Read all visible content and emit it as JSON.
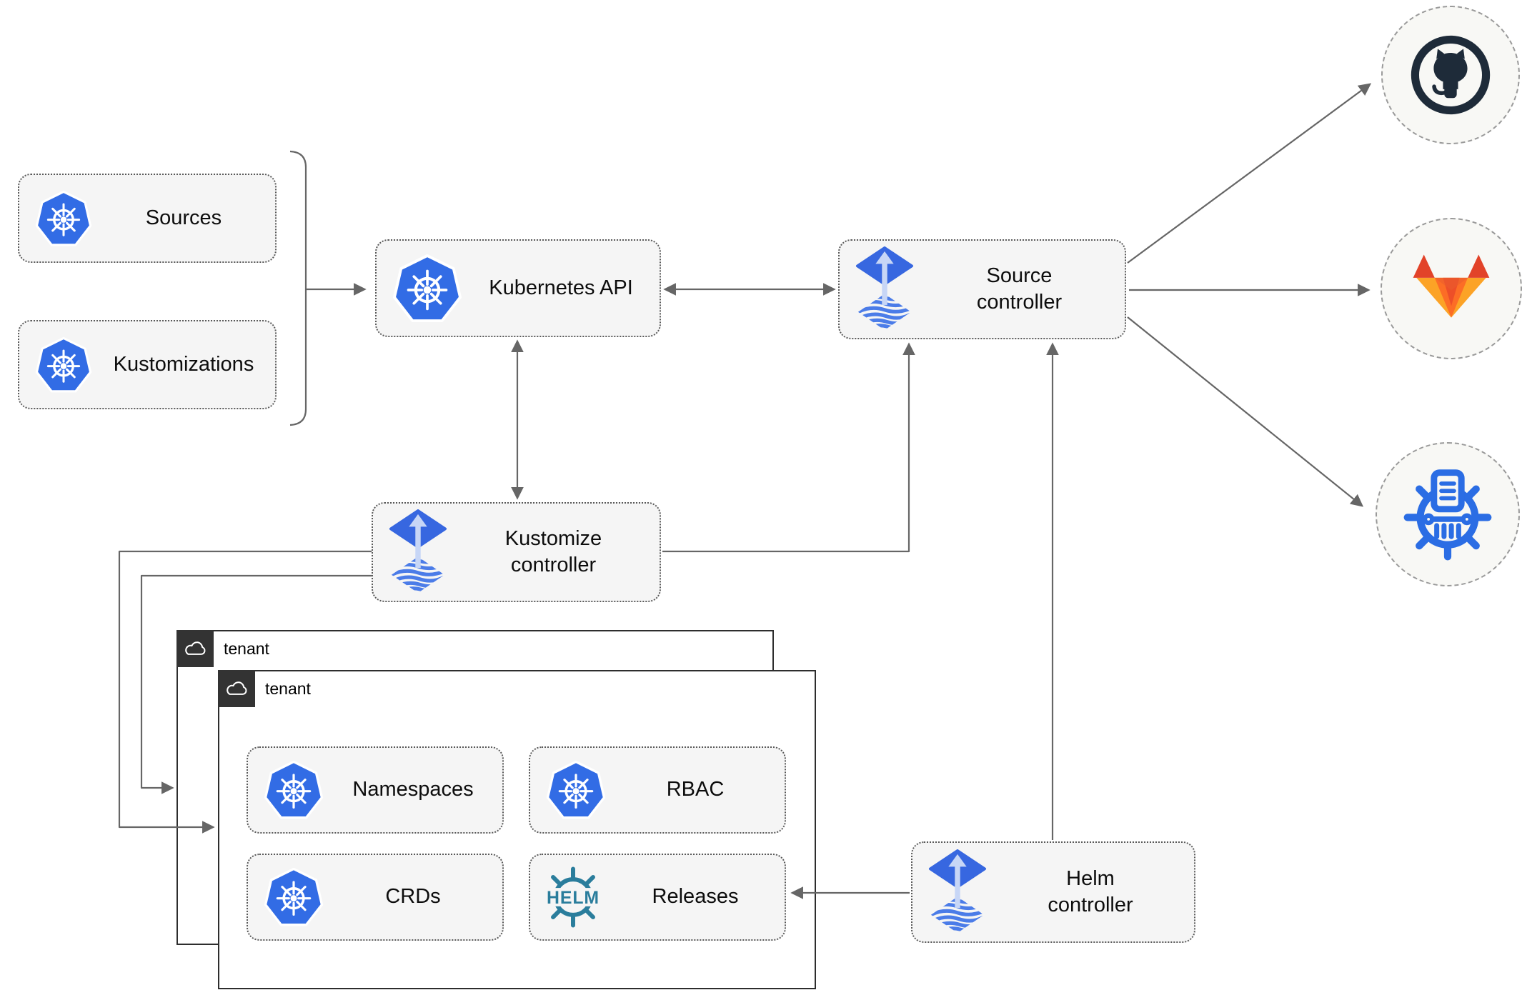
{
  "nodes": {
    "sources": {
      "label": "Sources"
    },
    "kustomizations": {
      "label": "Kustomizations"
    },
    "kubernetes_api": {
      "label": "Kubernetes API"
    },
    "source_controller": {
      "label": "Source controller"
    },
    "kustomize_controller": {
      "label": "Kustomize controller"
    },
    "helm_controller": {
      "label": "Helm controller"
    },
    "namespaces": {
      "label": "Namespaces"
    },
    "rbac": {
      "label": "RBAC"
    },
    "crds": {
      "label": "CRDs"
    },
    "releases": {
      "label": "Releases",
      "logo_text": "HELM"
    }
  },
  "tenants": {
    "back": {
      "label": "tenant"
    },
    "front": {
      "label": "tenant"
    }
  },
  "icons": {
    "kubernetes-icon": "kubernetes-wheel",
    "flux-icon": "flux-diamond-arrow",
    "helm-icon": "helm-wheel",
    "cloud-icon": "cloud-outline",
    "github-icon": "github-octocat",
    "gitlab-icon": "gitlab-tanuki",
    "registry-icon": "registry-wheel-columns"
  },
  "colors": {
    "kubernetes_blue": "#326ce5",
    "flux_blue": "#3767e0",
    "flux_light_arrow": "#c7d6f6",
    "helm_teal": "#2a7d9c",
    "github_dark": "#1e2b39",
    "gitlab_red_orange": "#e24329",
    "gitlab_orange": "#fc6d26",
    "gitlab_light_orange": "#fca326",
    "registry_blue": "#2b6de4",
    "connector_gray": "#666666",
    "node_fill": "#f5f5f5",
    "tenant_header": "#333333"
  },
  "edges": [
    {
      "from": "sources-kustomizations-group",
      "to": "kubernetes-api",
      "type": "arrow"
    },
    {
      "from": "kubernetes-api",
      "to": "source-controller",
      "type": "bidirectional"
    },
    {
      "from": "kubernetes-api",
      "to": "kustomize-controller",
      "type": "bidirectional"
    },
    {
      "from": "kustomize-controller",
      "to": "source-controller",
      "type": "arrow"
    },
    {
      "from": "helm-controller",
      "to": "source-controller",
      "type": "arrow"
    },
    {
      "from": "source-controller",
      "to": "github",
      "type": "arrow"
    },
    {
      "from": "source-controller",
      "to": "gitlab",
      "type": "arrow"
    },
    {
      "from": "source-controller",
      "to": "container-registry",
      "type": "arrow"
    },
    {
      "from": "kustomize-controller",
      "to": "tenant-front",
      "type": "arrow"
    },
    {
      "from": "kustomize-controller",
      "to": "tenant-back",
      "type": "arrow"
    },
    {
      "from": "helm-controller",
      "to": "releases",
      "type": "arrow"
    }
  ]
}
